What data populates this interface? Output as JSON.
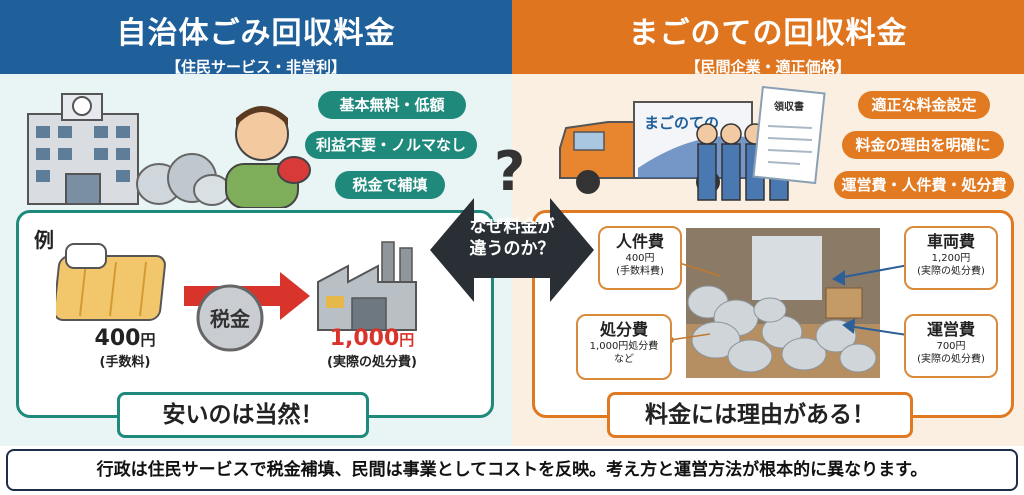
{
  "left": {
    "title": "自治体ごみ回収料金",
    "subtitle": "【住民サービス・非営利】",
    "points": [
      "基本無料・低額",
      "利益不要・ノルマなし",
      "税金で補填"
    ],
    "example_label": "例",
    "fee_amount": "400",
    "fee_unit": "円",
    "fee_note": "(手数料)",
    "coin_label": "税金",
    "actual_amount": "1,000",
    "actual_unit": "円",
    "actual_note": "(実際の処分費)",
    "banner": "安いのは当然！"
  },
  "right": {
    "title": "まごのての回収料金",
    "subtitle": "【民間企業・適正価格】",
    "points": [
      "適正な料金設定",
      "料金の理由を明確に",
      "運営費・人件費・処分費"
    ],
    "truck_text": "まごのての",
    "receipt_title": "領収書",
    "callouts": [
      {
        "title": "人件費",
        "line1": "400円",
        "line2": "(手数料費)"
      },
      {
        "title": "処分費",
        "line1": "1,000円処分費",
        "line2": "など"
      },
      {
        "title": "車両費",
        "line1": "1,200円",
        "line2": "(実際の処分費)"
      },
      {
        "title": "運営費",
        "line1": "700円",
        "line2": "(実際の処分費)"
      }
    ],
    "banner": "料金には理由がある！"
  },
  "center": {
    "question_mark": "?",
    "arrow_line1": "なぜ料金が",
    "arrow_line2": "違うのか？"
  },
  "footer": "行政は住民サービスで税金補填、民間は事業としてコストを反映。考え方と運営方法が根本的に異なります。",
  "colors": {
    "blue": "#1f5f9a",
    "orange": "#e0751f",
    "teal": "#1f8a7c",
    "red": "#d9342b"
  }
}
